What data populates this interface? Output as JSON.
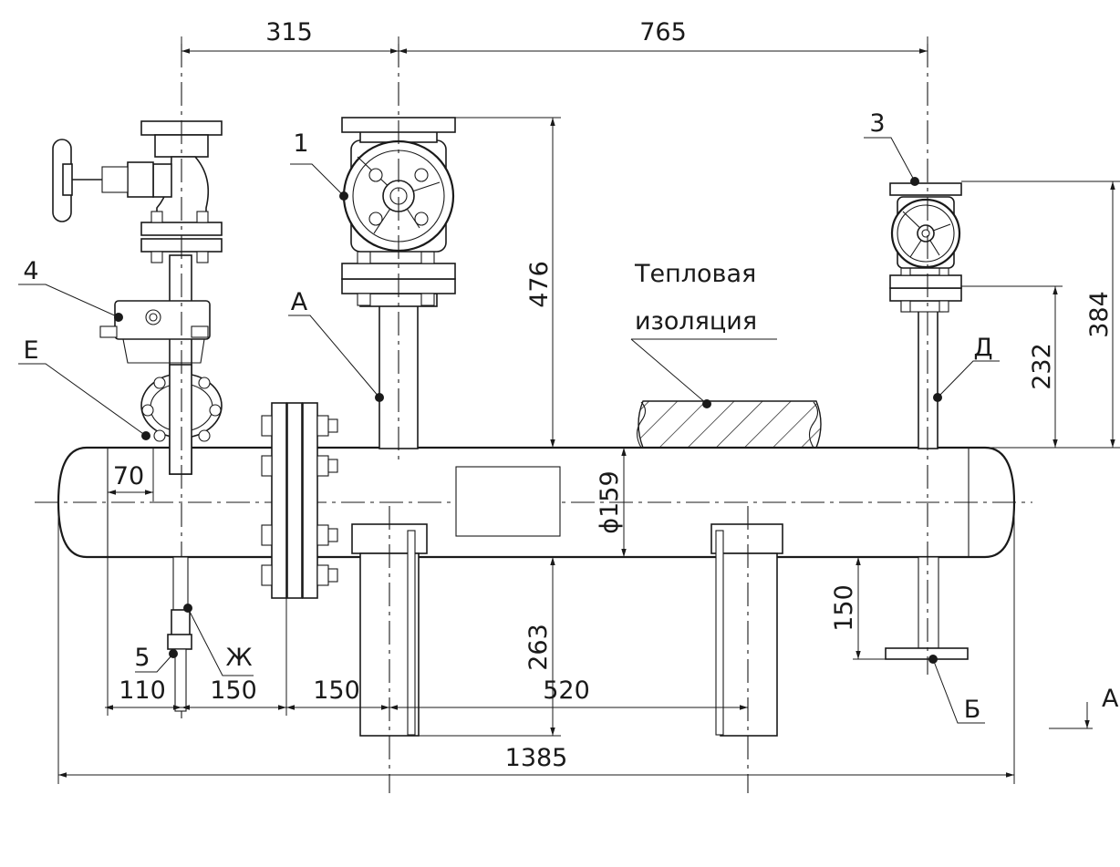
{
  "dimensions": {
    "d315": "315",
    "d765": "765",
    "d476": "476",
    "d384": "384",
    "d232": "232",
    "d70": "70",
    "d159": "ϕ159",
    "d263": "263",
    "d150v": "150",
    "d110": "110",
    "d150a": "150",
    "d150b": "150",
    "d520": "520",
    "d1385": "1385"
  },
  "callouts": {
    "c1": "1",
    "c3": "3",
    "c4": "4",
    "c5": "5",
    "cE": "Е",
    "cA": "А",
    "cD": "Д",
    "cB": "Б",
    "cZh": "Ж",
    "section": "А"
  },
  "labels": {
    "insulation_line1": "Тепловая",
    "insulation_line2": "изоляция"
  }
}
